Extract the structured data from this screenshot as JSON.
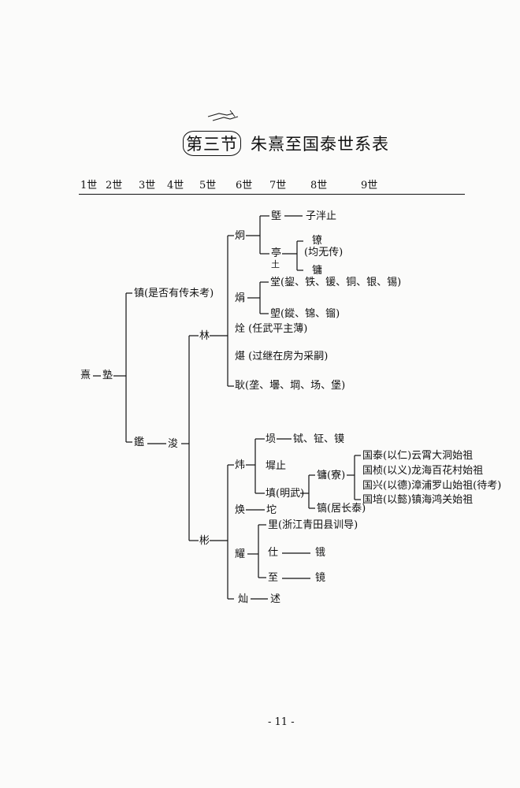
{
  "title": {
    "section": "第三节",
    "main": "朱熹至国泰世系表"
  },
  "generations": [
    "1世",
    "2世",
    "3世",
    "4世",
    "5世",
    "6世",
    "7世",
    "8世",
    "9世"
  ],
  "nodes": {
    "xi": "熹",
    "shu": "塾",
    "zhen": "镇(是否有传未考)",
    "jian": "鑑",
    "jun": "浚",
    "lin": "林",
    "bin": "彬",
    "jiong": "炯",
    "ji1": "墍",
    "zipan": "子泮止",
    "tingheng": "亭",
    "tingsub": "土",
    "jing": "镣",
    "junwu": "(均无传)",
    "tang": "镛",
    "mei": "焆",
    "tangs": "堂(鋆、铁、锾、铜、银、锡)",
    "dian": "塱(鏦、锦、镏)",
    "quan": "烇 (任武平主薄)",
    "chen": "煁 (过继在房为采嗣)",
    "hao": "耿(垄、壜、堈、场、堡)",
    "wei": "炜",
    "kun": "埙",
    "kunkids": "铽、钲、镆",
    "chongzhi": "墀止",
    "tian": "填(明武)",
    "yong": "镛(寮)",
    "gao": "镐(居长泰)",
    "guotai": "国泰(以仁)云霄大洞始祖",
    "guozhen": "国桢(以义)龙海百花村始祖",
    "guoxing": "国兴(以德)漳浦罗山始祖(待考)",
    "guopei": "国培(以懿)镇海鸿关始祖",
    "huan": "焕",
    "tuo": "坨",
    "yao": "耀",
    "li": "里(浙江青田县训导)",
    "shi": "仕",
    "e": "锇",
    "zhi": "至",
    "jingx": "镜",
    "can": "灿",
    "shu2": "述"
  },
  "page_number": "- 11 -"
}
